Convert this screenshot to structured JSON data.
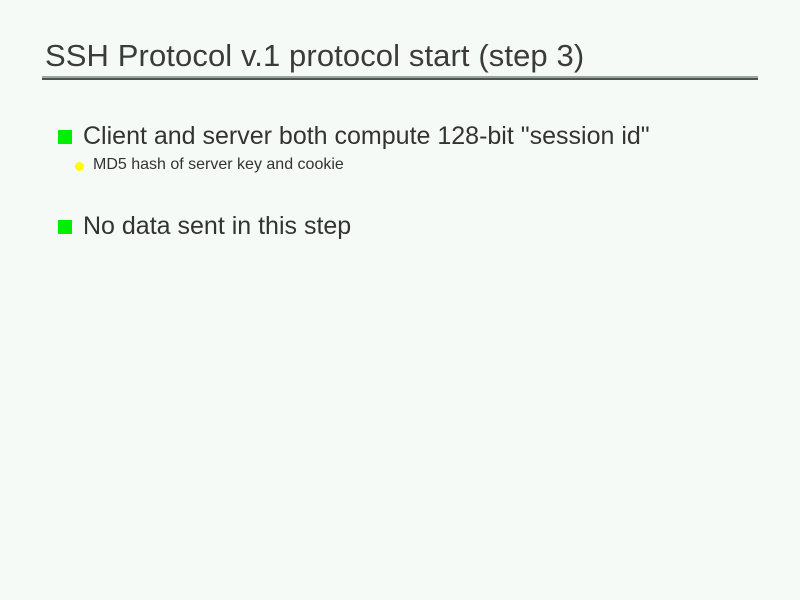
{
  "slide": {
    "title": "SSH Protocol v.1 protocol start (step 3)",
    "background_color": "#f5faf7",
    "title_color": "#3b3b3b",
    "body_text_color": "#333333",
    "rule": {
      "highlight_color": "#9aa8a0",
      "shadow_color": "#4f534f"
    },
    "bullets": [
      {
        "level": 1,
        "marker": "green-square-bullet-icon",
        "marker_color": "#00ee00",
        "text": "Client and server both compute 128-bit \"session id\"",
        "children": [
          {
            "level": 2,
            "marker": "yellow-dot-bullet-icon",
            "marker_color": "#ffff00",
            "text": "MD5 hash of server key and cookie"
          }
        ]
      },
      {
        "level": 1,
        "marker": "green-square-bullet-icon",
        "marker_color": "#00ee00",
        "text": "No data sent in this step",
        "children": []
      }
    ]
  }
}
